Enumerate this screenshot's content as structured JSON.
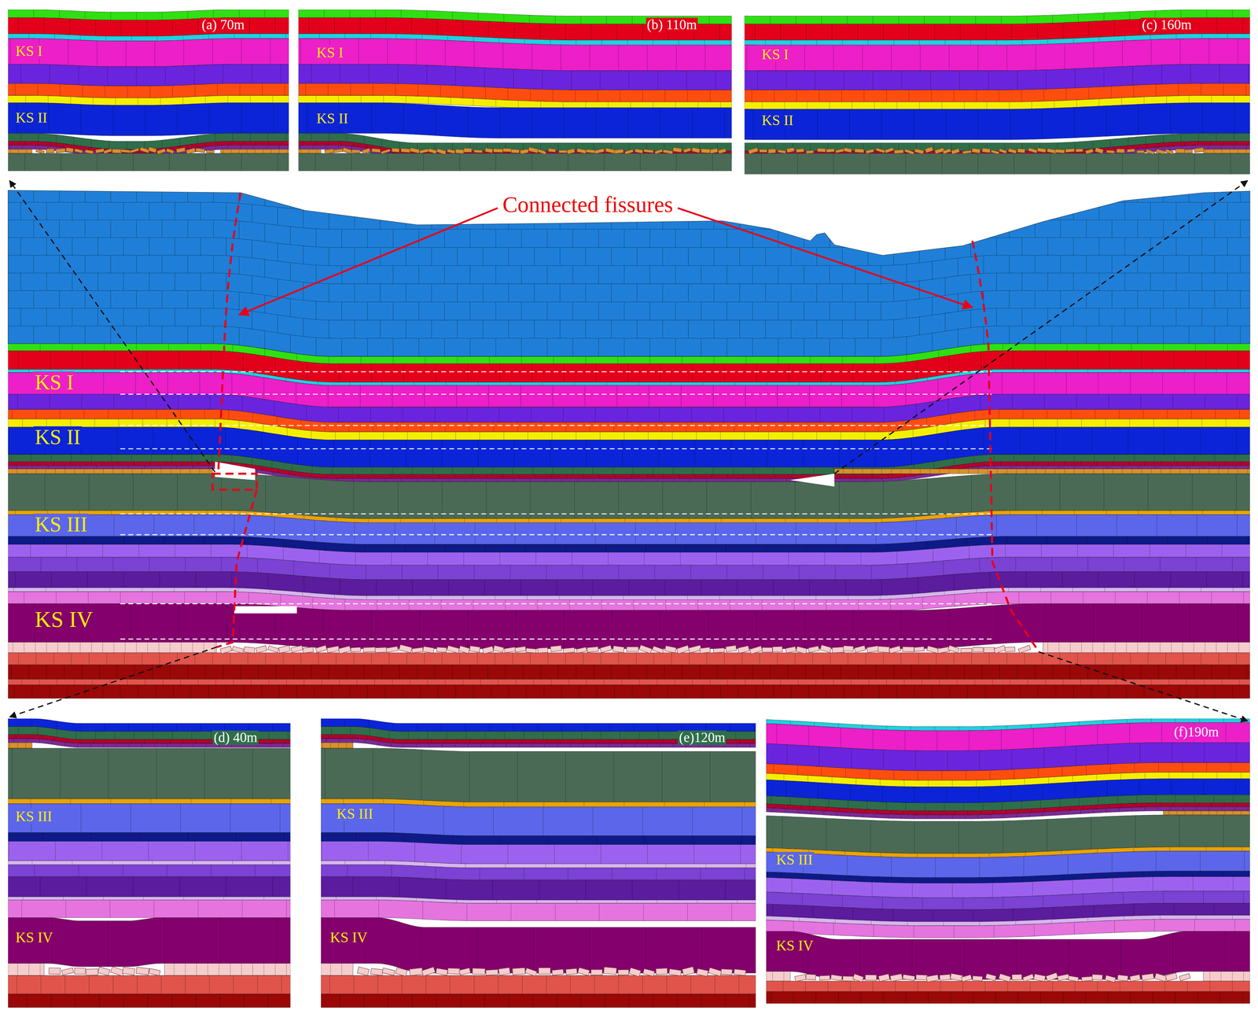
{
  "diagram": {
    "labels": [
      "(a) 70m",
      "KS I",
      "KS II",
      "(b) 110m",
      "KS I",
      "KS II",
      "(c) 160m",
      "KS I",
      "KS II",
      "Connected fissures",
      "KS I",
      "KS II",
      "KS III",
      "KS IV",
      "(d) 40m",
      "KS III",
      "KS IV",
      "(e)120m",
      "KS III",
      "KS IV",
      "(f)190m",
      "KS III",
      "KS IV"
    ]
  }
}
